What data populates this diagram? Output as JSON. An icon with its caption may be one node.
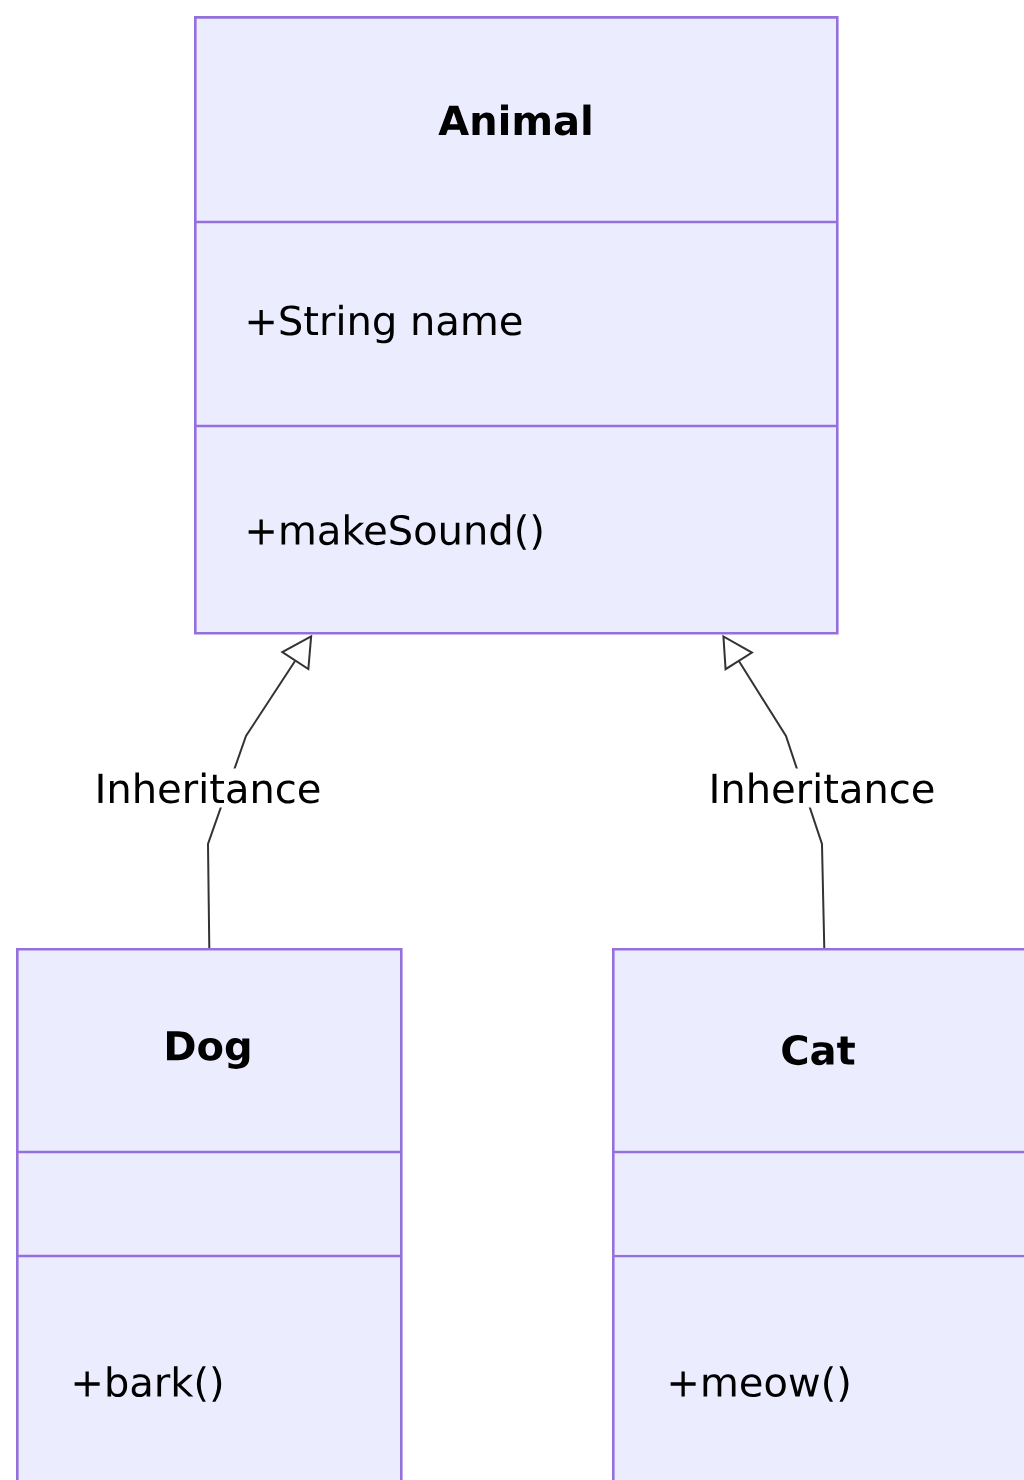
{
  "diagram": {
    "nodes": [
      {
        "text": [
          "Animal",
          "+String name",
          "+makeSound()"
        ]
      },
      {
        "text": [
          "Dog",
          "+bark()"
        ]
      },
      {
        "text": [
          "Cat",
          "+meow()"
        ]
      }
    ],
    "edges": [
      {
        "from": 1,
        "to": 0,
        "arrow": "to",
        "label": "Inheritance"
      },
      {
        "from": 2,
        "to": 0,
        "arrow": "to",
        "label": "Inheritance"
      }
    ]
  }
}
